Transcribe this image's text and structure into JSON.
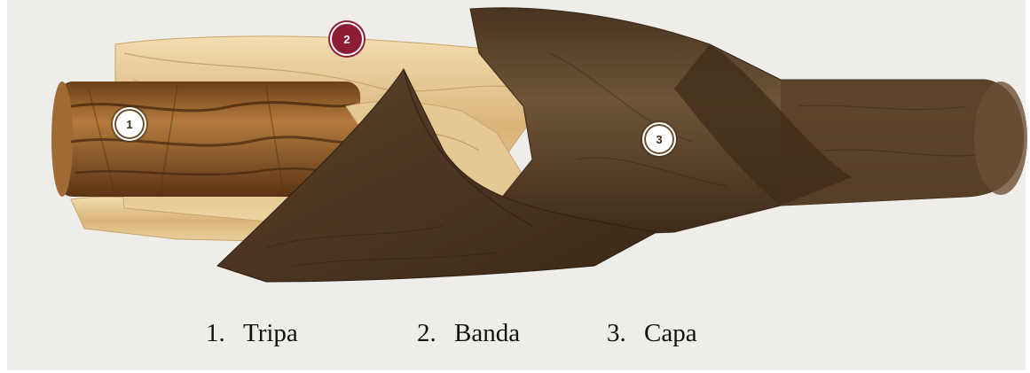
{
  "markers": [
    {
      "number": "1"
    },
    {
      "number": "2"
    },
    {
      "number": "3"
    }
  ],
  "legend": [
    {
      "number": "1.",
      "label": "Tripa"
    },
    {
      "number": "2.",
      "label": "Banda"
    },
    {
      "number": "3.",
      "label": "Capa"
    }
  ],
  "colors": {
    "background": "#efede9",
    "filler": "#8a5a2b",
    "binder": "#e3c28d",
    "wrapper": "#5e4630",
    "active_marker": "#8f1c35"
  }
}
